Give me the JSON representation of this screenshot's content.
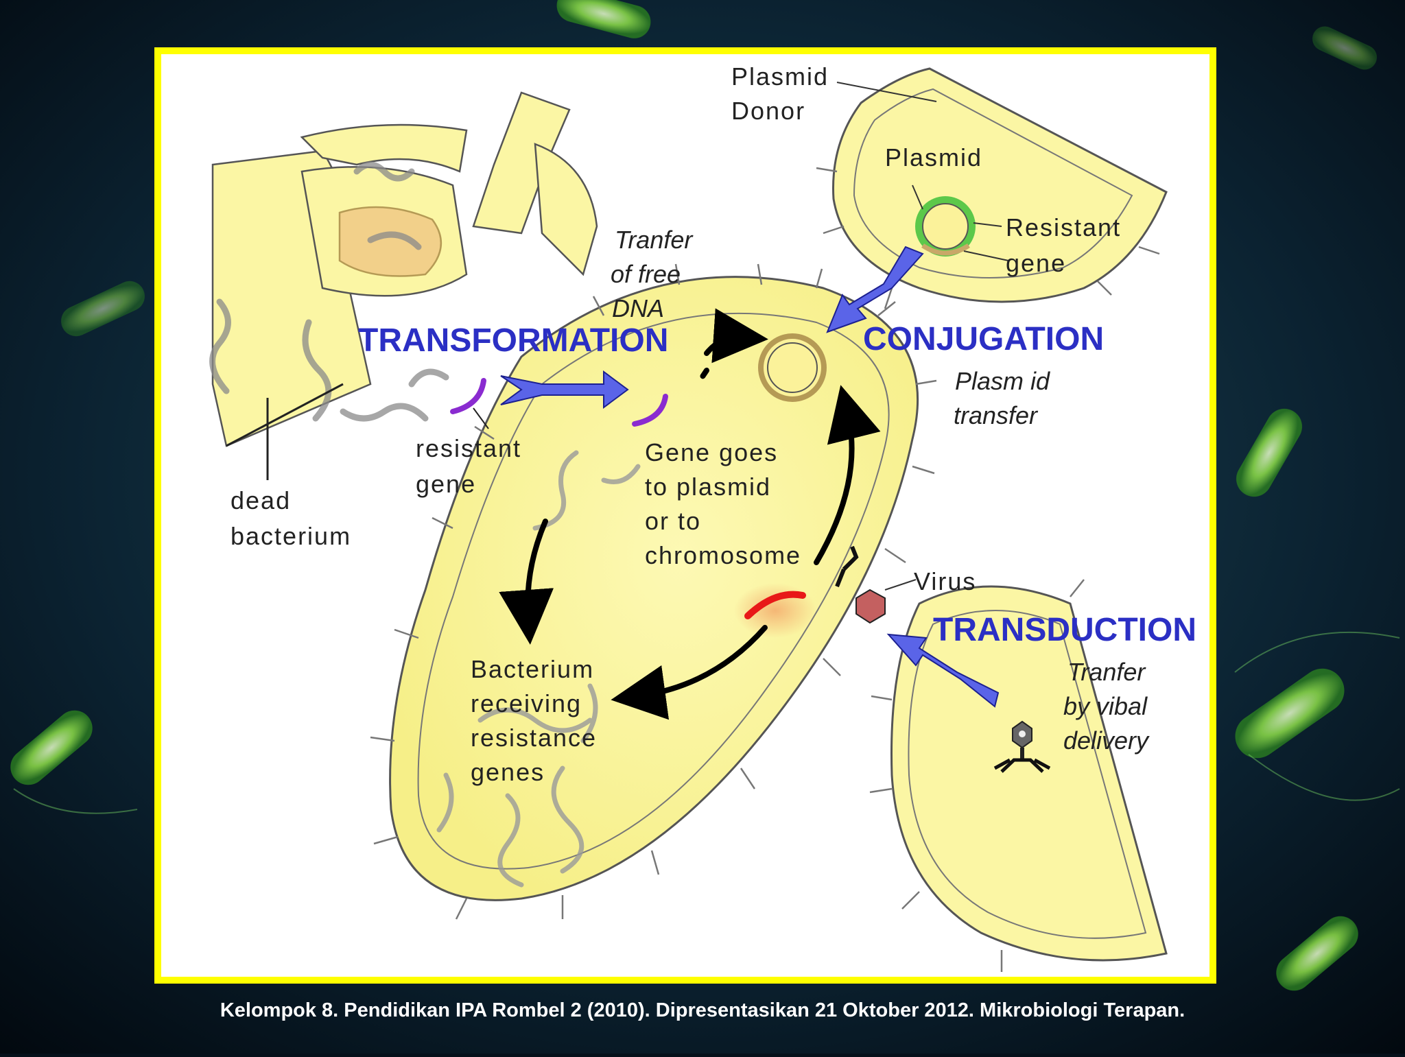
{
  "diagram": {
    "labels": {
      "plasmid_donor": [
        "Plasmid",
        "Donor"
      ],
      "plasmid": "Plasmid",
      "resistant_gene_top": [
        "Resistant",
        "gene"
      ],
      "transfer_free_dna": [
        "Tranfer",
        "of free",
        "DNA"
      ],
      "transformation": "TRANSFORMATION",
      "conjugation": "CONJUGATION",
      "plasmid_transfer": [
        "Plasm id",
        "transfer"
      ],
      "resistant_gene_left": [
        "resistant",
        "gene"
      ],
      "gene_goes": [
        "Gene goes",
        "to plasmid",
        "or to",
        "chromosome"
      ],
      "dead_bacterium": [
        "dead",
        "bacterium"
      ],
      "virus": "Virus",
      "transduction": "TRANSDUCTION",
      "transfer_viral": [
        "Tranfer",
        "by vibal",
        "delivery"
      ],
      "bacterium_receiving": [
        "Bacterium",
        "receiving",
        "resistance",
        "genes"
      ]
    },
    "colors": {
      "cell_fill": "#fbf6a4",
      "cell_outline": "#444444",
      "frame_border": "#ffff00",
      "heading": "#2b2fc4",
      "arrow_blue": "#5a64e8",
      "resistant_gene_purple": "#8a2bd0",
      "resistant_gene_red": "#e81818",
      "plasmid_green": "#5cc84a"
    },
    "icons": [
      "virus-icon",
      "bacteriophage-icon",
      "plasmid-ring-icon"
    ]
  },
  "footer": {
    "credit": "Kelompok 8. Pendidikan IPA Rombel 2 (2010). Dipresentasikan 21 Oktober 2012. Mikrobiologi Terapan."
  }
}
